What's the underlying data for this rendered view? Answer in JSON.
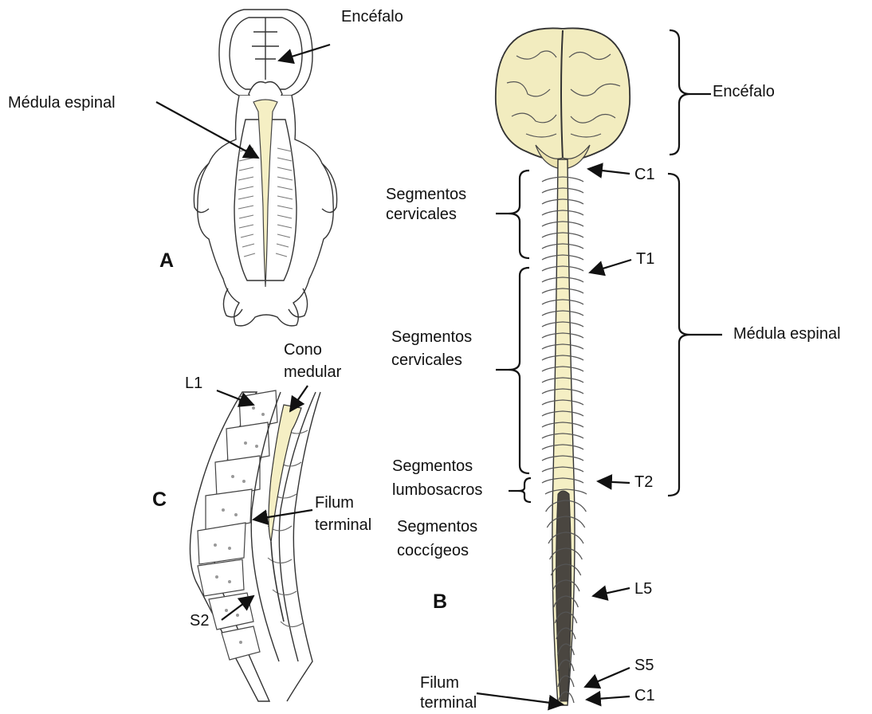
{
  "panels": {
    "a": "A",
    "b": "B",
    "c": "C"
  },
  "panel_a": {
    "brain_label": "Encéfalo",
    "cord_label": "Médula espinal"
  },
  "panel_b": {
    "brain_label": "Encéfalo",
    "cord_label": "Médula espinal",
    "group_cervical": [
      "Segmentos",
      "cervicales"
    ],
    "group_thoracic": [
      "Segmentos",
      "cervicales"
    ],
    "group_lumbosacral": [
      "Segmentos",
      "lumbosacros"
    ],
    "group_coccygeal": [
      "Segmentos",
      "coccígeos"
    ],
    "levels": {
      "c1_top": "C1",
      "t1": "T1",
      "t2": "T2",
      "l5": "L5",
      "s5": "S5",
      "c1_bottom": "C1"
    },
    "filum": [
      "Filum",
      "terminal"
    ]
  },
  "panel_c": {
    "l1": "L1",
    "s2": "S2",
    "cone": [
      "Cono",
      "medular"
    ],
    "filum": [
      "Filum",
      "terminal"
    ]
  },
  "colors": {
    "tissue": "#f5efc4",
    "line": "#1a1a1a",
    "brain": "#f2ecbf"
  }
}
